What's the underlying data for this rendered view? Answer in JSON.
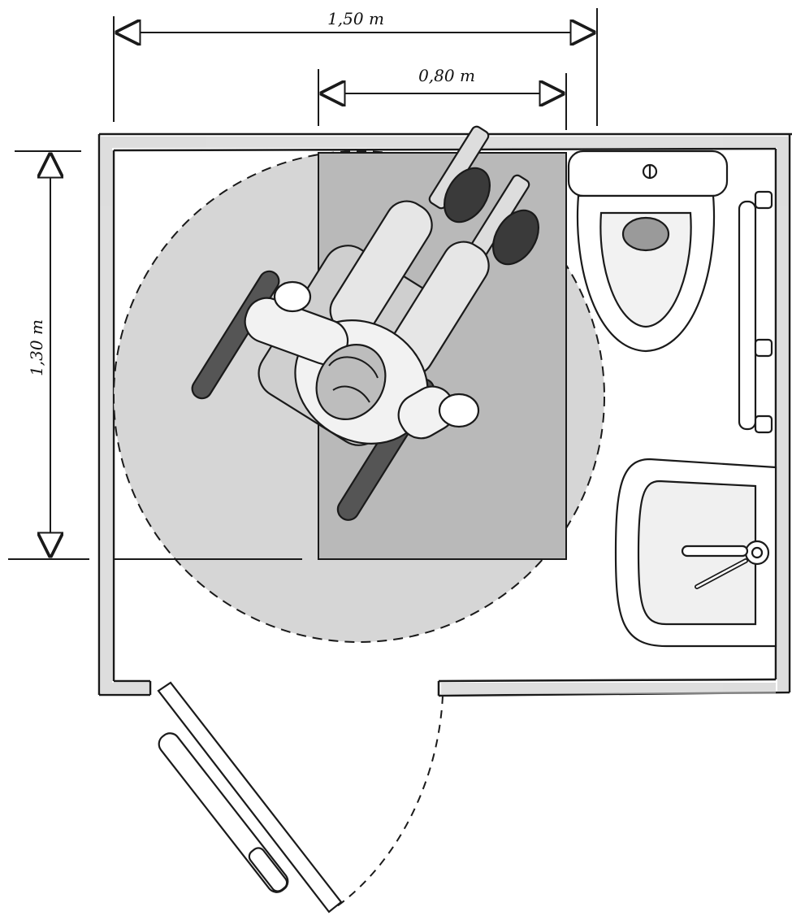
{
  "dimensions": {
    "width_label": "1,50 m",
    "inner_width_label": "0,80 m",
    "depth_label": "1,30 m"
  },
  "colors": {
    "ink": "#1a1a1a",
    "wall_gray": "#bdbdbd",
    "turning_circle_fill": "#d6d6d6",
    "clear_space_fill": "#b9b9b9",
    "fixture_white": "#ffffff"
  },
  "icons": [
    "toilet-icon",
    "washbasin-icon",
    "grab-bar-icon",
    "wheelchair-user-icon",
    "door-icon"
  ]
}
